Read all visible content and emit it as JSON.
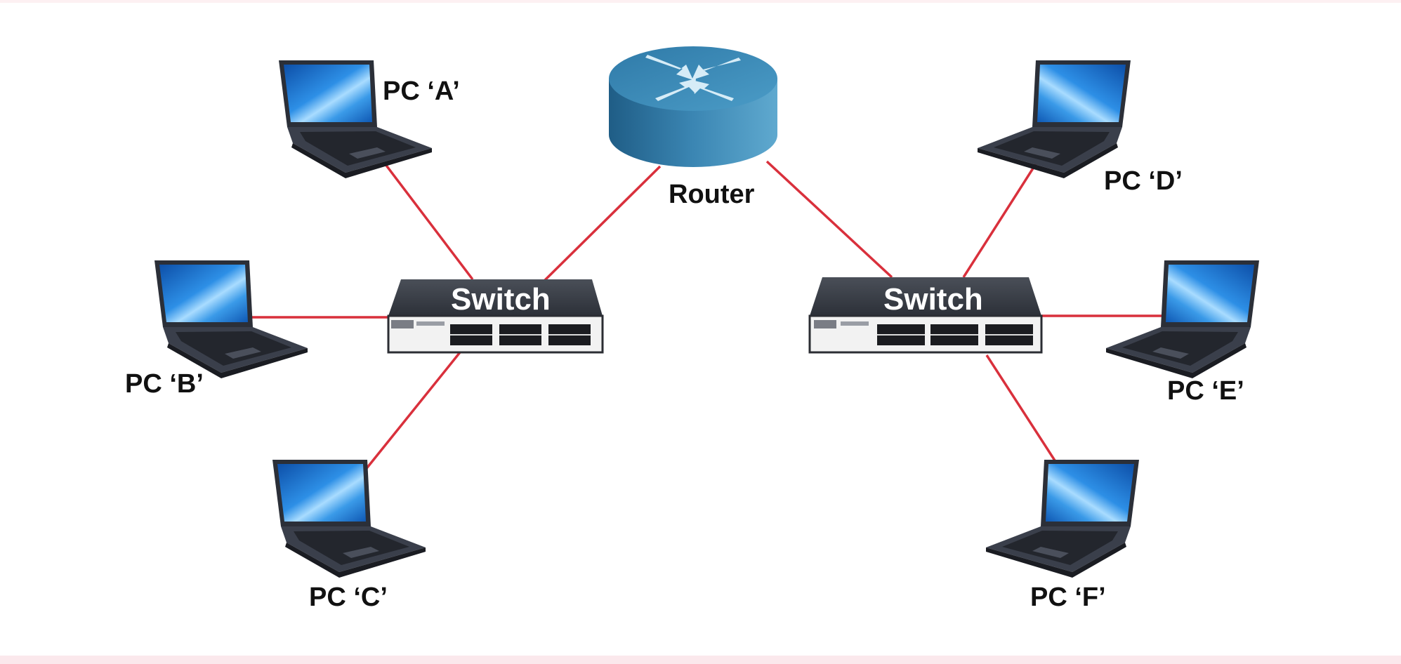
{
  "diagram": {
    "router": {
      "label": "Router",
      "icon": "router-icon"
    },
    "switches": [
      {
        "id": "left",
        "label": "Switch",
        "icon": "switch-icon"
      },
      {
        "id": "right",
        "label": "Switch",
        "icon": "switch-icon"
      }
    ],
    "pcs": [
      {
        "id": "A",
        "label": "PC ‘A’",
        "icon": "laptop-icon"
      },
      {
        "id": "B",
        "label": "PC ‘B’",
        "icon": "laptop-icon"
      },
      {
        "id": "C",
        "label": "PC ‘C’",
        "icon": "laptop-icon"
      },
      {
        "id": "D",
        "label": "PC ‘D’",
        "icon": "laptop-icon"
      },
      {
        "id": "E",
        "label": "PC ‘E’",
        "icon": "laptop-icon"
      },
      {
        "id": "F",
        "label": "PC ‘F’",
        "icon": "laptop-icon"
      }
    ],
    "links": [
      {
        "from": "left-switch",
        "to": "router"
      },
      {
        "from": "right-switch",
        "to": "router"
      },
      {
        "from": "left-switch",
        "to": "pc-a"
      },
      {
        "from": "left-switch",
        "to": "pc-b"
      },
      {
        "from": "left-switch",
        "to": "pc-c"
      },
      {
        "from": "right-switch",
        "to": "pc-d"
      },
      {
        "from": "right-switch",
        "to": "pc-e"
      },
      {
        "from": "right-switch",
        "to": "pc-f"
      }
    ],
    "colors": {
      "link": "#d9303c",
      "router_top": "#3f8fb8",
      "router_side": "#2c6f98",
      "switch_body": "#3a3f48",
      "switch_front": "#f2f2f2",
      "laptop_body": "#2f3440",
      "screen": "#1f79d1"
    }
  }
}
